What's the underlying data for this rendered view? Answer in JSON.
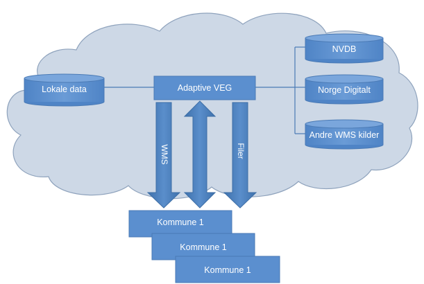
{
  "colors": {
    "cloud_fill": "#cdd8e6",
    "cloud_stroke": "#8ea2bc",
    "box_fill": "#5b8fcf",
    "box_stroke": "#4a7ab5",
    "arrow_fill": "#4a7fba",
    "connector": "#4a7ab5"
  },
  "nodes": {
    "lokale": "Lokale data",
    "adaptive": "Adaptive VEG",
    "nvdb": "NVDB",
    "norge": "Norge Digitalt",
    "andre": "Andre WMS kilder",
    "kommune_1": "Kommune 1",
    "kommune_2": "Kommune 1",
    "kommune_3": "Kommune 1"
  },
  "arrows": {
    "wms": "WMS",
    "files": "Filer"
  }
}
